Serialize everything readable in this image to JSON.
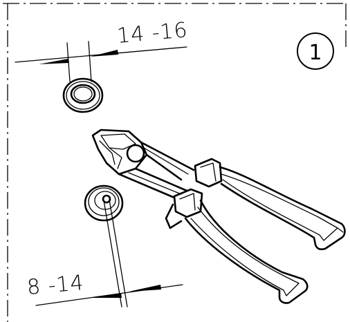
{
  "figure": {
    "step_number": "1",
    "dimension_top": "14 -16",
    "dimension_bottom": "8 -14"
  }
}
